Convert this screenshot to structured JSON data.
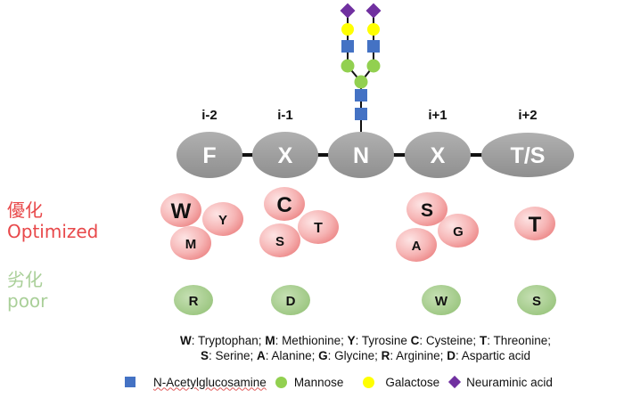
{
  "title": "N-glycosylation sequon F-X-N-X-T/S residue preferences",
  "positions": [
    {
      "label": "i-2",
      "residue": "F"
    },
    {
      "label": "i-1",
      "residue": "X"
    },
    {
      "label": "",
      "residue": "N"
    },
    {
      "label": "i+1",
      "residue": "X"
    },
    {
      "label": "i+2",
      "residue": "T/S"
    }
  ],
  "side_labels": {
    "optimized_zh": "優化",
    "optimized_en": "Optimized",
    "poor_zh": "劣化",
    "poor_en": "poor"
  },
  "optimized": {
    "i-2": [
      "W",
      "Y",
      "M"
    ],
    "i-1": [
      "C",
      "T",
      "S"
    ],
    "i+1": [
      "S",
      "G",
      "A"
    ],
    "i+2": [
      "T"
    ]
  },
  "poor": {
    "i-2": [
      "R"
    ],
    "i-1": [
      "D"
    ],
    "i+1": [
      "W"
    ],
    "i+2": [
      "S"
    ]
  },
  "abbreviations": {
    "line1": [
      {
        "code": "W",
        "name": ": Tryptophan; "
      },
      {
        "code": "M",
        "name": ": Methionine; "
      },
      {
        "code": "Y",
        "name": ": Tyrosine "
      },
      {
        "code": "C",
        "name": ": Cysteine; "
      },
      {
        "code": "T",
        "name": ": Threonine;"
      }
    ],
    "line2": [
      {
        "code": "S",
        "name": ": Serine; "
      },
      {
        "code": "A",
        "name": ": Alanine; "
      },
      {
        "code": "G",
        "name": ": Glycine; "
      },
      {
        "code": "R",
        "name": ": Arginine; "
      },
      {
        "code": "D",
        "name": ": Aspartic acid"
      }
    ]
  },
  "legend": [
    {
      "icon": "square-icon",
      "label": "N-Acetylglucosamine",
      "color": "#4472c4"
    },
    {
      "icon": "circle-icon",
      "label": "Mannose",
      "color": "#92d050"
    },
    {
      "icon": "circle-icon",
      "label": "Galactose",
      "color": "#ffff00"
    },
    {
      "icon": "diamond-icon",
      "label": "Neuraminic acid",
      "color": "#7030a0"
    }
  ],
  "colors": {
    "residue_gray": "#a6a6a6",
    "optimized_pink": "#f08a8a",
    "poor_green": "#a9d18e",
    "optimized_text": "#e8484a",
    "poor_text": "#a9cf98"
  }
}
